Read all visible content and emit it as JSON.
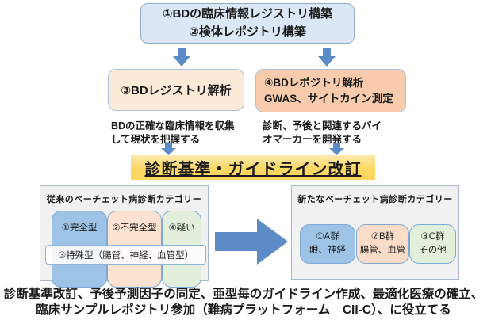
{
  "flow": {
    "top_box": {
      "line1": "①BDの臨床情報レジストリ構築",
      "line2": "②検体レポジトリ構築"
    },
    "box3": {
      "label": "③BDレジストリ解析"
    },
    "box4": {
      "line1": "④BDレポジトリ解析",
      "line2": "GWAS、サイトカイン測定"
    },
    "note_left": {
      "line1": "BDの正確な臨床情報を収集",
      "line2": "して現状を把握する"
    },
    "note_right": {
      "line1": "診断、予後と関連するバイ",
      "line2": "オマーカーを開発する"
    },
    "banner": {
      "label": "診断基準・ガイドライン改訂"
    }
  },
  "panels": {
    "legacy": {
      "title": "従来のベーチェット病診断カテゴリー",
      "items": [
        {
          "label": "①完全型",
          "color": "#9dc3e6"
        },
        {
          "label": "②不完全型",
          "color": "#fbe2d1"
        },
        {
          "label": "④疑い",
          "color": "#e2efda"
        }
      ],
      "overlay": "③特殊型（腸管、神経、血管型）"
    },
    "new": {
      "title": "新たなベーチェット病診断カテゴリー",
      "items": [
        {
          "line1": "①A群",
          "line2": "眼、神経",
          "color": "#9dc3e6"
        },
        {
          "line1": "②B群",
          "line2": "腸管、血管",
          "color": "#fadcc8"
        },
        {
          "line1": "③C群",
          "line2": "その他",
          "color": "#e2efda"
        }
      ]
    }
  },
  "footer": {
    "line1": "診断基準改訂、予後予測因子の同定、亜型毎のガイドライン作成、最適化医療の確立、",
    "line2": "臨床サンプルレポジトリ参加（難病プラットフォーム　CII-C）、に役立てる"
  },
  "icons": {
    "down_arrow": "block-down-arrow",
    "right_arrow": "block-right-arrow"
  },
  "colors": {
    "top_box_fill": "#dbe7f4",
    "top_box_border": "#8faccd",
    "box3_fill": "#fcead9",
    "box4_fill": "#f8cbad",
    "box_border": "#a9c4e0",
    "arrow_blue": "#5b8cc8",
    "banner_yellow": "#fcd763",
    "panel_bg": "#f1f1f2",
    "panel_border": "#a9b8cb",
    "category_border": "#7fa8d4",
    "overlay_border": "#8fb4d8"
  }
}
